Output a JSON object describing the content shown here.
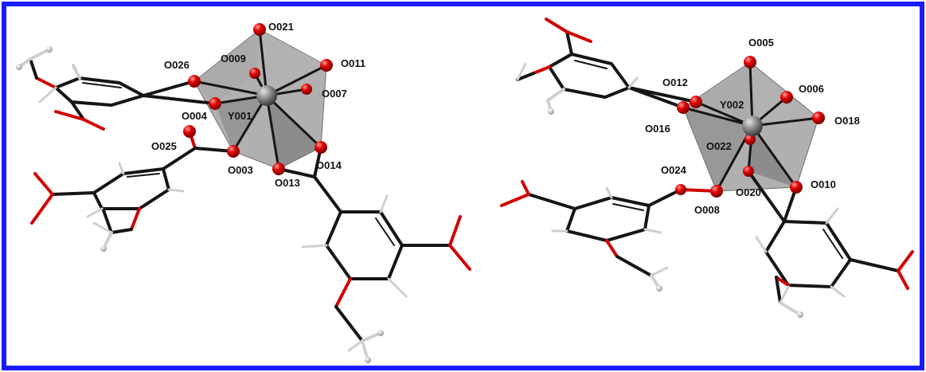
{
  "colors": {
    "frame": "#1a1aff",
    "oxygen": "#e00000",
    "yttrium": "#808080",
    "carbon": "#222222",
    "hydrogen": "#dcdcdc",
    "polyhedron": "#9a9a9a"
  },
  "left_complex": {
    "center_label": "Y001",
    "labels": [
      "O021",
      "O009",
      "O011",
      "O026",
      "O007",
      "O004",
      "O025",
      "O003",
      "O014",
      "O013"
    ]
  },
  "right_complex": {
    "center_label": "Y002",
    "labels": [
      "O005",
      "O012",
      "O006",
      "O016",
      "O018",
      "O022",
      "O024",
      "O020",
      "O010",
      "O008"
    ]
  }
}
